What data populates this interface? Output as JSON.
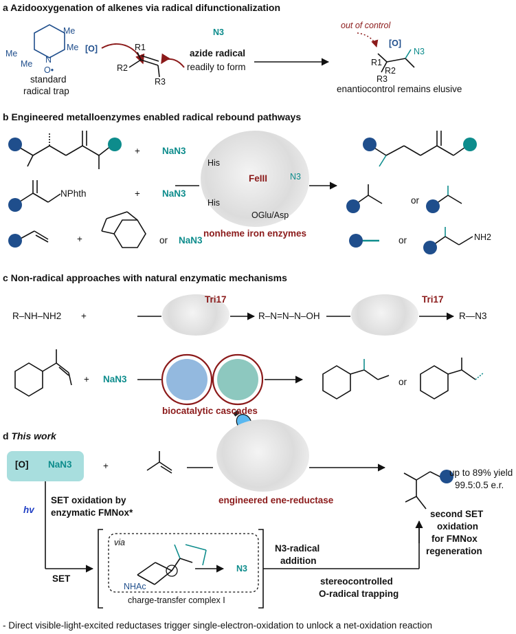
{
  "colors": {
    "navy": "#1f4e8c",
    "teal": "#0d8c8c",
    "dark_red": "#8b1a1a",
    "highlight": "#a8dede"
  },
  "panel_a": {
    "header": "a Azidooxygenation of alkenes via radical difunctionalization",
    "trap_caption_line1": "standard",
    "trap_caption_line2": "radical trap",
    "tempo_me1": "Me",
    "tempo_me2": "Me",
    "tempo_me3": "Me",
    "tempo_me4": "Me",
    "tempo_n": "N",
    "tempo_o": "O•",
    "o_radical": "[O]",
    "r1": "R1",
    "r2": "R2",
    "r3": "R3",
    "azide_label": "N3",
    "azide_radical": "azide radical",
    "readily": "readily to form",
    "out_of_control": "out of control",
    "product_o": "[O]",
    "product_n3": "N3",
    "elusive": "enantiocontrol remains elusive"
  },
  "panel_b": {
    "header": "b Engineered metalloenzymes enabled radical rebound pathways",
    "row1_plus": "+",
    "row1_nan3": "NaN3",
    "nphth": "NPhth",
    "row2_plus": "+",
    "row2_nan3": "NaN3",
    "row3_plus": "+",
    "row3_or": "or",
    "row3_nan3": "NaN3",
    "fe": "FeIII",
    "his1": "His",
    "his2": "His",
    "glu": "OGlu/Asp",
    "fe_n3": "N3",
    "enzyme_label": "nonheme iron enzymes",
    "prod_or1": "or",
    "prod_or2": "or",
    "nh2": "NH2"
  },
  "panel_c": {
    "header": "c Non-radical approaches with natural enzymatic mechanisms",
    "hydrazine": "R–NH–NH2",
    "plus1": "+",
    "tri17_1": "Tri17",
    "tri17_2": "Tri17",
    "intermediate": "R–N=N–N–OH",
    "product": "R—N3",
    "row2_plus": "+",
    "row2_nan3": "NaN3",
    "cascade_label": "biocatalytic cascades",
    "prod_or": "or"
  },
  "panel_d": {
    "header_letter": "d",
    "header_text": "This work",
    "reagent_o": "[O]",
    "reagent_nan3": "NaN3",
    "plus": "+",
    "enzyme_label": "engineered ene-reductase",
    "yield_line1": "up to 89% yield",
    "yield_line2": "99.5:0.5 e.r.",
    "hv": "hv",
    "set_ox_line1": "SET oxidation by",
    "set_ox_line2": "enzymatic FMNox*",
    "set": "SET",
    "via": "via",
    "nhac": "NHAc",
    "ct_complex": "charge-transfer complex I",
    "n3_radical": "N3",
    "n3_addition_line1": "N3-radical",
    "n3_addition_line2": "addition",
    "stereo_line1": "stereocontrolled",
    "stereo_line2": "O-radical trapping",
    "second_line1": "second SET",
    "second_line2": "oxidation",
    "second_line3": "for FMNox",
    "second_line4": "regeneration"
  },
  "footer": "- Direct visible-light-excited reductases trigger single-electron-oxidation to unlock a net-oxidation reaction"
}
